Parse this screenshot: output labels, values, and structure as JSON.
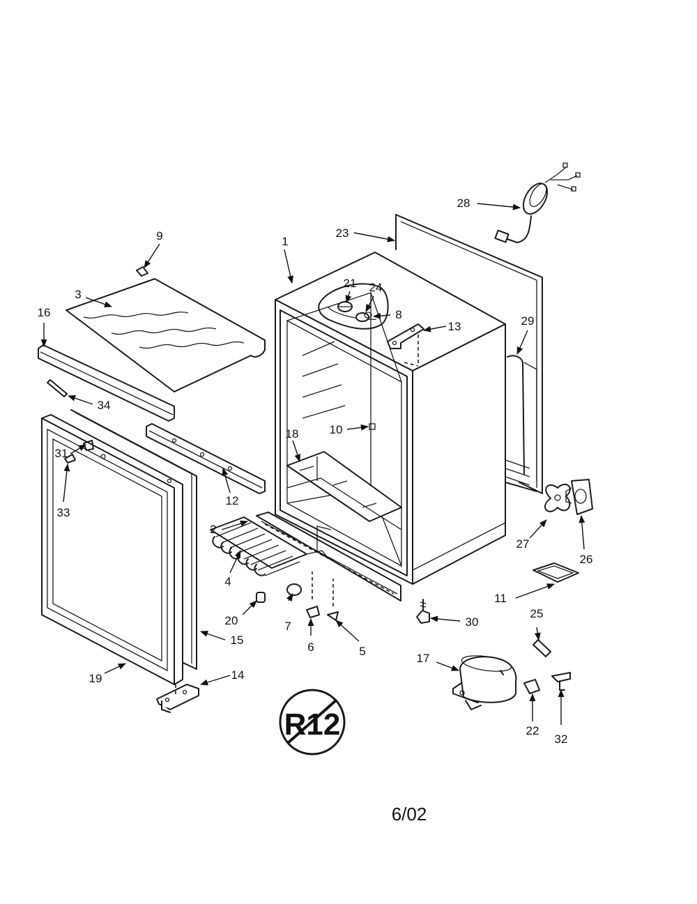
{
  "diagram": {
    "date_code": "6/02",
    "symbol_text": "R12",
    "callouts": [
      {
        "id": "c1",
        "text": "1"
      },
      {
        "id": "c2",
        "text": "2"
      },
      {
        "id": "c3",
        "text": "3"
      },
      {
        "id": "c4",
        "text": "4"
      },
      {
        "id": "c5",
        "text": "5"
      },
      {
        "id": "c6",
        "text": "6"
      },
      {
        "id": "c7",
        "text": "7"
      },
      {
        "id": "c8",
        "text": "8"
      },
      {
        "id": "c9",
        "text": "9"
      },
      {
        "id": "c10",
        "text": "10"
      },
      {
        "id": "c11",
        "text": "11"
      },
      {
        "id": "c12",
        "text": "12"
      },
      {
        "id": "c13",
        "text": "13"
      },
      {
        "id": "c14",
        "text": "14"
      },
      {
        "id": "c15",
        "text": "15"
      },
      {
        "id": "c16",
        "text": "16"
      },
      {
        "id": "c17",
        "text": "17"
      },
      {
        "id": "c18",
        "text": "18"
      },
      {
        "id": "c19",
        "text": "19"
      },
      {
        "id": "c20",
        "text": "20"
      },
      {
        "id": "c21",
        "text": "21"
      },
      {
        "id": "c22",
        "text": "22"
      },
      {
        "id": "c23",
        "text": "23"
      },
      {
        "id": "c24",
        "text": "24"
      },
      {
        "id": "c25",
        "text": "25"
      },
      {
        "id": "c26",
        "text": "26"
      },
      {
        "id": "c27",
        "text": "27"
      },
      {
        "id": "c28",
        "text": "28"
      },
      {
        "id": "c29",
        "text": "29"
      },
      {
        "id": "c30",
        "text": "30"
      },
      {
        "id": "c31",
        "text": "31"
      },
      {
        "id": "c32",
        "text": "32"
      },
      {
        "id": "c33",
        "text": "33"
      },
      {
        "id": "c34",
        "text": "34"
      }
    ]
  }
}
